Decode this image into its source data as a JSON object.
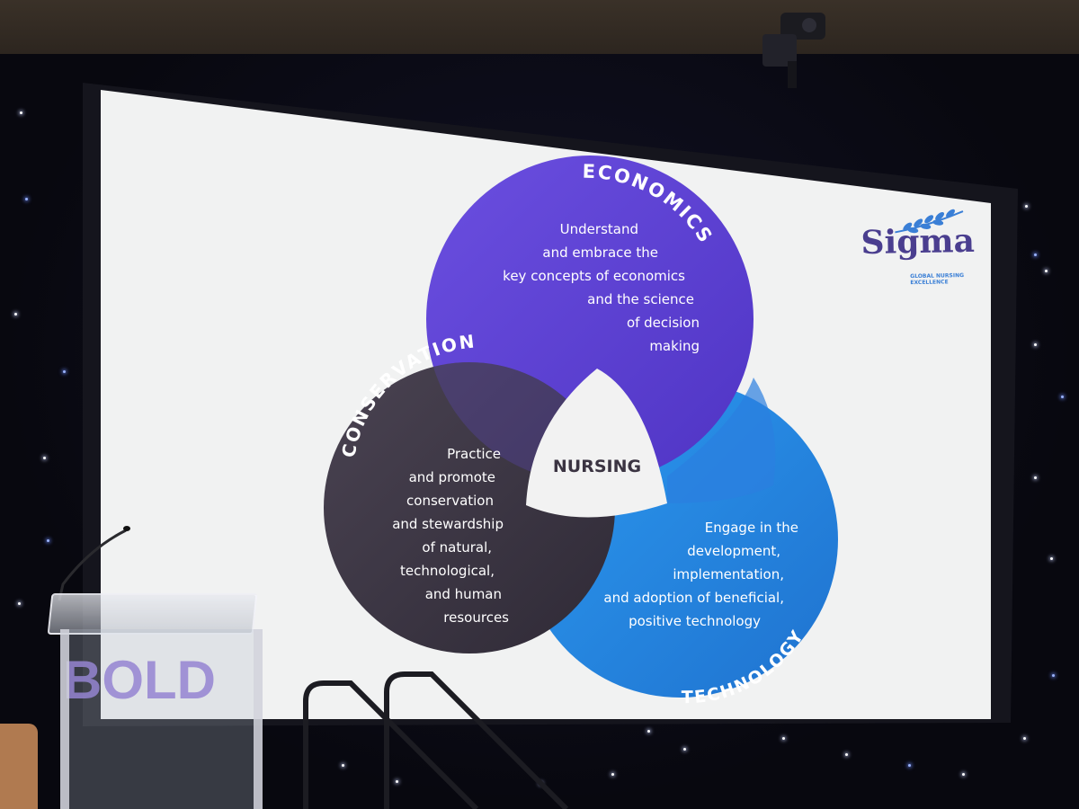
{
  "diagram": {
    "center_label": "NURSING",
    "domains": [
      {
        "title": "ECONOMICS",
        "description_lines": [
          "Understand",
          "and embrace the",
          "key concepts of economics",
          "and the science",
          "of decision",
          "making"
        ],
        "color": "#6244d6"
      },
      {
        "title": "CONSERVATION",
        "description_lines": [
          "Practice",
          "and promote",
          "conservation",
          "and stewardship",
          "of natural,",
          "technological,",
          "and human",
          "resources"
        ],
        "color": "#3b3442"
      },
      {
        "title": "TECHNOLOGY",
        "description_lines": [
          "Engage in the",
          "development,",
          "implementation,",
          "and adoption of beneficial,",
          "positive technology"
        ],
        "color": "#2a8fe6"
      }
    ]
  },
  "logo": {
    "name": "Sigma",
    "tagline": "GLOBAL NURSING EXCELLENCE",
    "icon": "laurel-branch-icon",
    "color": "#4a3e8f",
    "accent": "#3a7fd6"
  },
  "podium": {
    "sign_text": "BOLD"
  }
}
